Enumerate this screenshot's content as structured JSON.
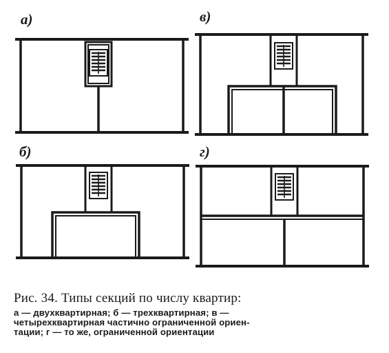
{
  "panels": [
    {
      "id": "a",
      "label": "а)"
    },
    {
      "id": "v",
      "label": "в)"
    },
    {
      "id": "b",
      "label": "б)"
    },
    {
      "id": "g",
      "label": "г)"
    }
  ],
  "caption": {
    "title": "Рис. 34. Типы секций по числу квартир:",
    "line1": "а — двухквартирная; б — трехквартирная; в —",
    "line2": "четырехквартирная частично ограниченной ориен-",
    "line3": "тации; г — то же, ограниченной ориентации"
  }
}
